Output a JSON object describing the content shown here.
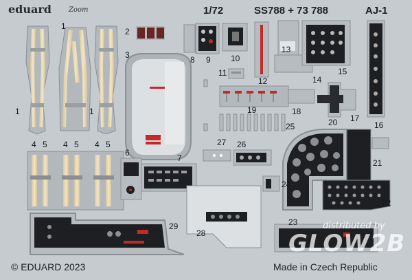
{
  "header": {
    "brand": "eduard",
    "series_logo": "Zoom",
    "scale": "1/72",
    "codes": "SS788 + 73 788",
    "aircraft": "AJ-1"
  },
  "footer": {
    "copyright": "© EDUARD 2023",
    "origin": "Made in Czech Republic"
  },
  "watermark": {
    "line1": "distributed by",
    "line2": "GLOW2B"
  },
  "part_numbers": [
    "1",
    "1",
    "1",
    "2",
    "3",
    "4",
    "5",
    "4",
    "5",
    "4",
    "5",
    "6",
    "7",
    "8",
    "9",
    "10",
    "11",
    "12",
    "13",
    "14",
    "15",
    "16",
    "17",
    "18",
    "19",
    "20",
    "21",
    "22",
    "23",
    "24",
    "25",
    "26",
    "27",
    "28",
    "29"
  ],
  "colors": {
    "fret": "#c6cbd0",
    "metal": "#b7bcc1",
    "belt": "#e8d6b0",
    "panel": "#1e1f22",
    "seat_cushion": "#6b2424",
    "warning_red": "#c22a2a"
  }
}
